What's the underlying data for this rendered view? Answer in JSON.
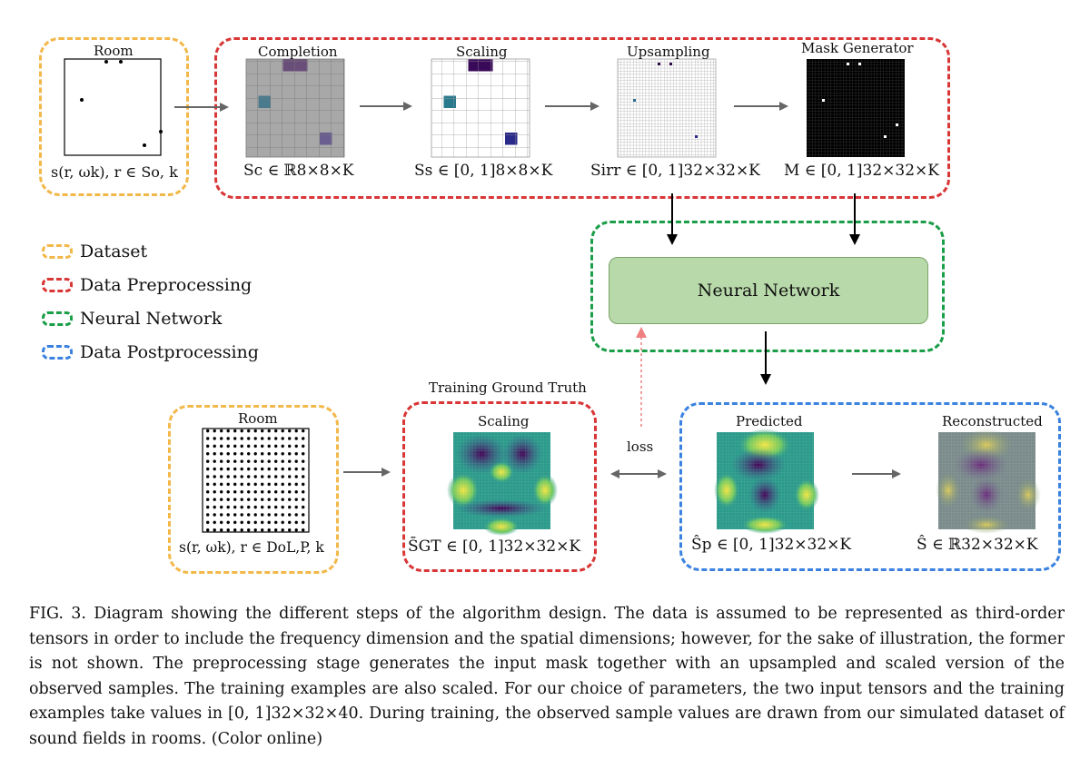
{
  "labels": {
    "room_top": "Room",
    "completion": "Completion",
    "scaling_top": "Scaling",
    "upsampling": "Upsampling",
    "mask_generator": "Mask Generator",
    "room_bottom": "Room",
    "training_gt": "Training Ground Truth",
    "scaling_bottom": "Scaling",
    "predicted": "Predicted",
    "reconstructed": "Reconstructed",
    "loss": "loss",
    "neural_network": "Neural Network"
  },
  "math": {
    "room_top": "s(r, ωk), r ∈ So, k",
    "completion": "Sc ∈ ℝ8×8×K",
    "scaling_top": "Ss ∈ [0, 1]8×8×K",
    "upsampling": "Sirr ∈ [0, 1]32×32×K",
    "mask": "M ∈ [0, 1]32×32×K",
    "room_bottom": "s(r, ωk), r ∈ DoL,P, k",
    "scaling_bottom": "S̄GT ∈ [0, 1]32×32×K",
    "predicted": "Ŝp ∈ [0, 1]32×32×K",
    "reconstructed": "Ŝ ∈ ℝ32×32×K"
  },
  "legend": [
    {
      "label": "Dataset",
      "color": "#f2b84a"
    },
    {
      "label": "Data Preprocessing",
      "color": "#d93636"
    },
    {
      "label": "Neural Network",
      "color": "#1a9e47"
    },
    {
      "label": "Data Postprocessing",
      "color": "#3b82e0"
    }
  ],
  "caption": "FIG. 3. Diagram showing the different steps of the algorithm design. The data is assumed to be represented as third-order tensors in order to include the frequency dimension and the spatial dimensions; however, for the sake of illustration, the former is not shown. The preprocessing stage generates the input mask together with an upsampled and scaled version of the observed samples. The training examples are also scaled. For our choice of parameters, the two input tensors and the training examples take values in [0, 1]32×32×40. During training, the observed sample values are drawn from our simulated dataset of sound fields in rooms. (Color online)"
}
